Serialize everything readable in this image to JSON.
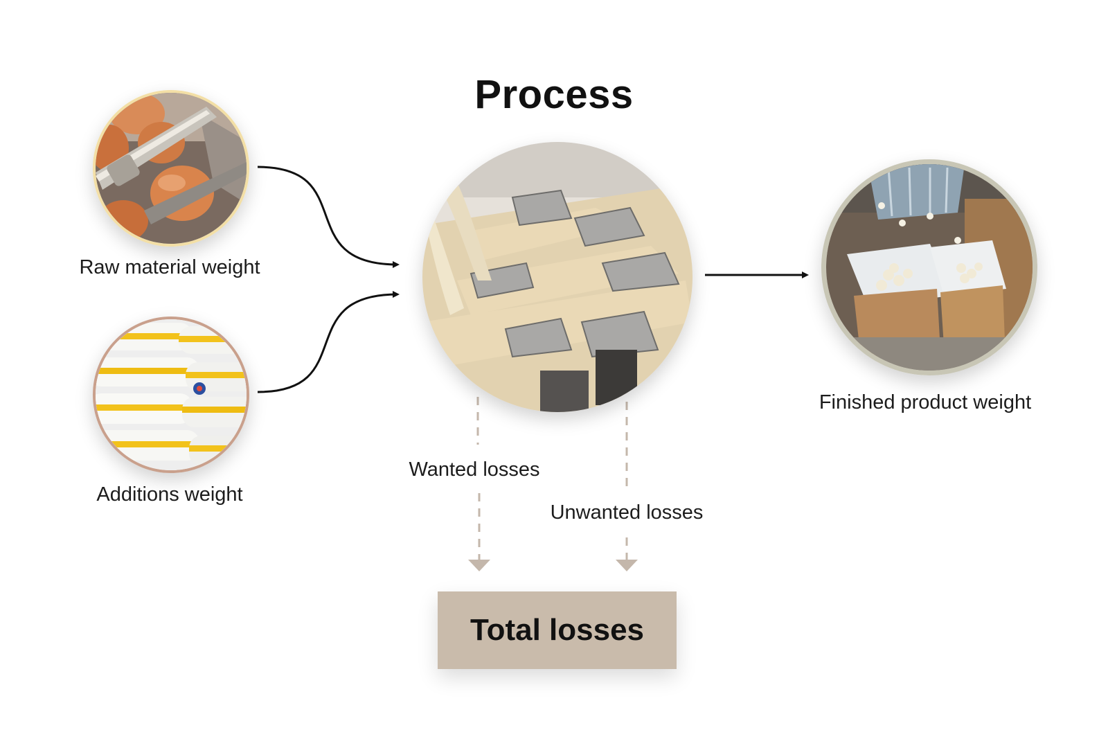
{
  "title": "Process",
  "nodes": {
    "raw_material": {
      "label": "Raw material weight",
      "image": "eggs-on-conveyor-photo",
      "border_color": "#f3dfa6"
    },
    "additions": {
      "label": "Additions weight",
      "image": "stacked-flour-sacks-photo",
      "border_color": "#c9a08c"
    },
    "process": {
      "image": "multihead-weigher-rice-photo"
    },
    "finished_product": {
      "label": "Finished product weight",
      "image": "boxed-product-photo",
      "border_color": "#c8c6b5"
    }
  },
  "losses": {
    "wanted": "Wanted losses",
    "unwanted": "Unwanted losses",
    "total": "Total losses",
    "total_box_color": "#c9bbab",
    "dashed_arrow_color": "#c4b7ab"
  },
  "arrow_color": "#111111"
}
